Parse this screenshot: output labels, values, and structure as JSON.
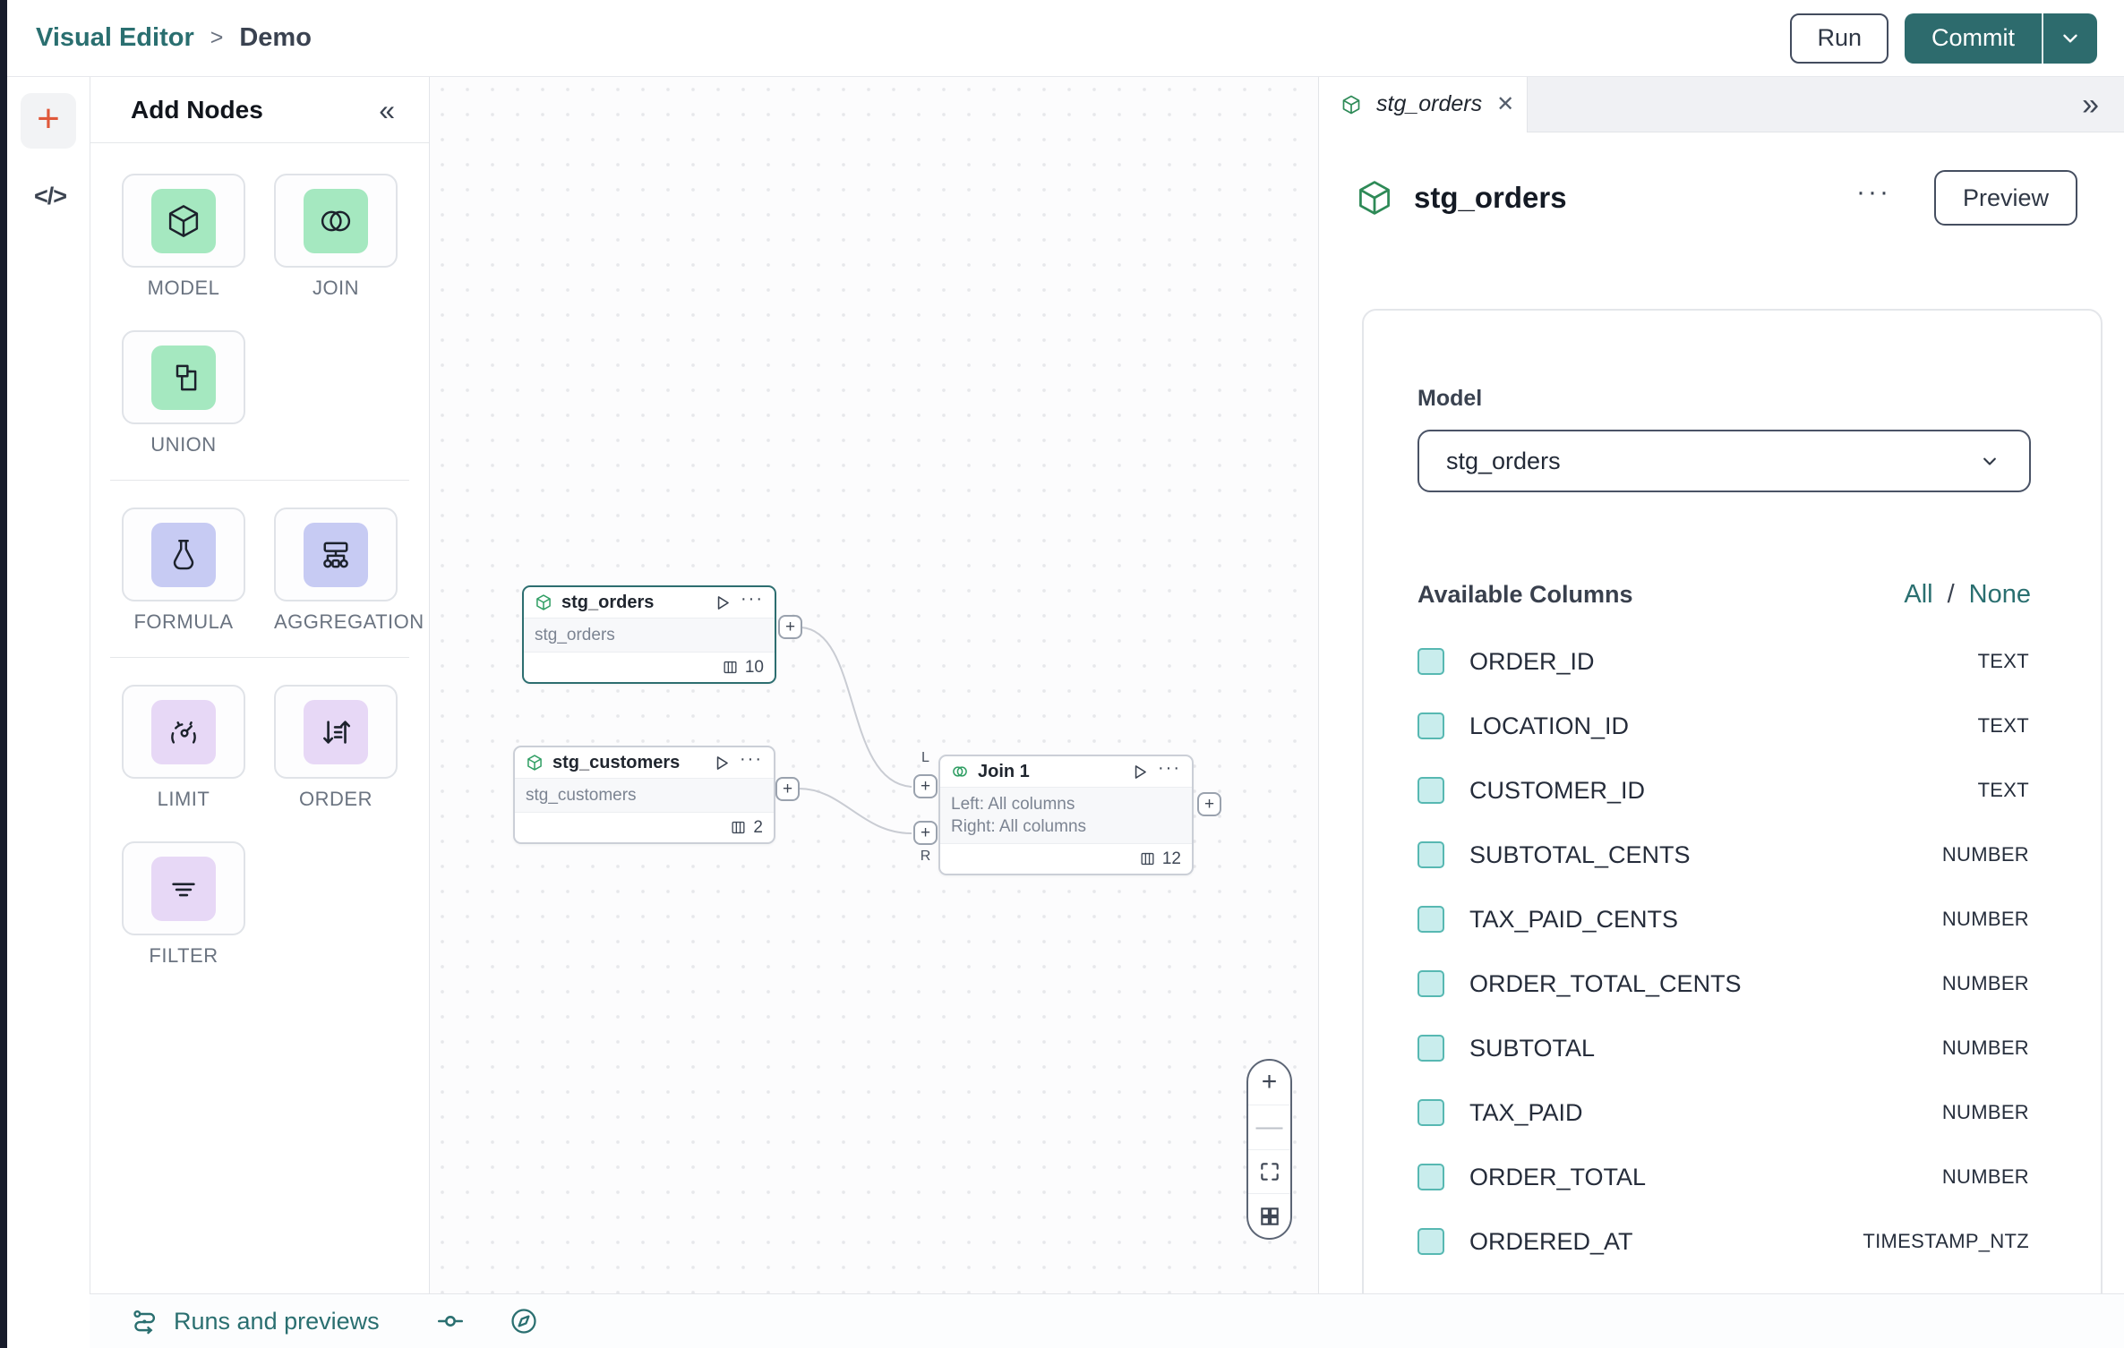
{
  "header": {
    "breadcrumb_root": "Visual Editor",
    "breadcrumb_sep": ">",
    "breadcrumb_current": "Demo",
    "run_label": "Run",
    "commit_label": "Commit"
  },
  "left_rail": {
    "plus_glyph": "+",
    "code_glyph": "</>"
  },
  "add_nodes": {
    "title": "Add Nodes",
    "collapse_glyph": "«",
    "items": [
      {
        "label": "MODEL"
      },
      {
        "label": "JOIN"
      },
      {
        "label": "UNION"
      },
      {
        "label": "FORMULA"
      },
      {
        "label": "AGGREGATION"
      },
      {
        "label": "LIMIT"
      },
      {
        "label": "ORDER"
      },
      {
        "label": "FILTER"
      }
    ]
  },
  "canvas": {
    "nodes": {
      "stg_orders": {
        "title": "stg_orders",
        "model": "stg_orders",
        "menu_glyph": "···",
        "column_count": "10"
      },
      "stg_customers": {
        "title": "stg_customers",
        "model": "stg_customers",
        "menu_glyph": "···",
        "column_count": "2"
      },
      "join1": {
        "title": "Join 1",
        "left_line": "Left: All columns",
        "right_line": "Right: All columns",
        "menu_glyph": "···",
        "column_count": "12"
      }
    },
    "handles": {
      "plus": "+",
      "left_label": "L",
      "right_label": "R"
    },
    "zoom_controls": {
      "zoom_in": "+",
      "zoom_out": "—"
    }
  },
  "right_panel": {
    "tab_title": "stg_orders",
    "close_glyph": "✕",
    "expand_glyph": "»",
    "title": "stg_orders",
    "menu_glyph": "···",
    "preview_label": "Preview",
    "model_label": "Model",
    "model_value": "stg_orders",
    "columns_header": "Available Columns",
    "select_all": "All",
    "select_sep": "/",
    "select_none": "None",
    "columns": [
      {
        "name": "ORDER_ID",
        "type": "TEXT"
      },
      {
        "name": "LOCATION_ID",
        "type": "TEXT"
      },
      {
        "name": "CUSTOMER_ID",
        "type": "TEXT"
      },
      {
        "name": "SUBTOTAL_CENTS",
        "type": "NUMBER"
      },
      {
        "name": "TAX_PAID_CENTS",
        "type": "NUMBER"
      },
      {
        "name": "ORDER_TOTAL_CENTS",
        "type": "NUMBER"
      },
      {
        "name": "SUBTOTAL",
        "type": "NUMBER"
      },
      {
        "name": "TAX_PAID",
        "type": "NUMBER"
      },
      {
        "name": "ORDER_TOTAL",
        "type": "NUMBER"
      },
      {
        "name": "ORDERED_AT",
        "type": "TIMESTAMP_NTZ"
      }
    ]
  },
  "bottom_bar": {
    "runs_label": "Runs and previews"
  },
  "colors": {
    "accent_teal": "#2d6b6d",
    "node_green": "#2f9e63",
    "tile_green": "#a5e8c0",
    "tile_indigo": "#c7cbf3",
    "tile_violet": "#e7d8f6",
    "checkbox_fill": "#c9eded",
    "checkbox_border": "#57b8b2",
    "plus_orange": "#e0583a",
    "selected_node_border": "#2d6e70"
  }
}
